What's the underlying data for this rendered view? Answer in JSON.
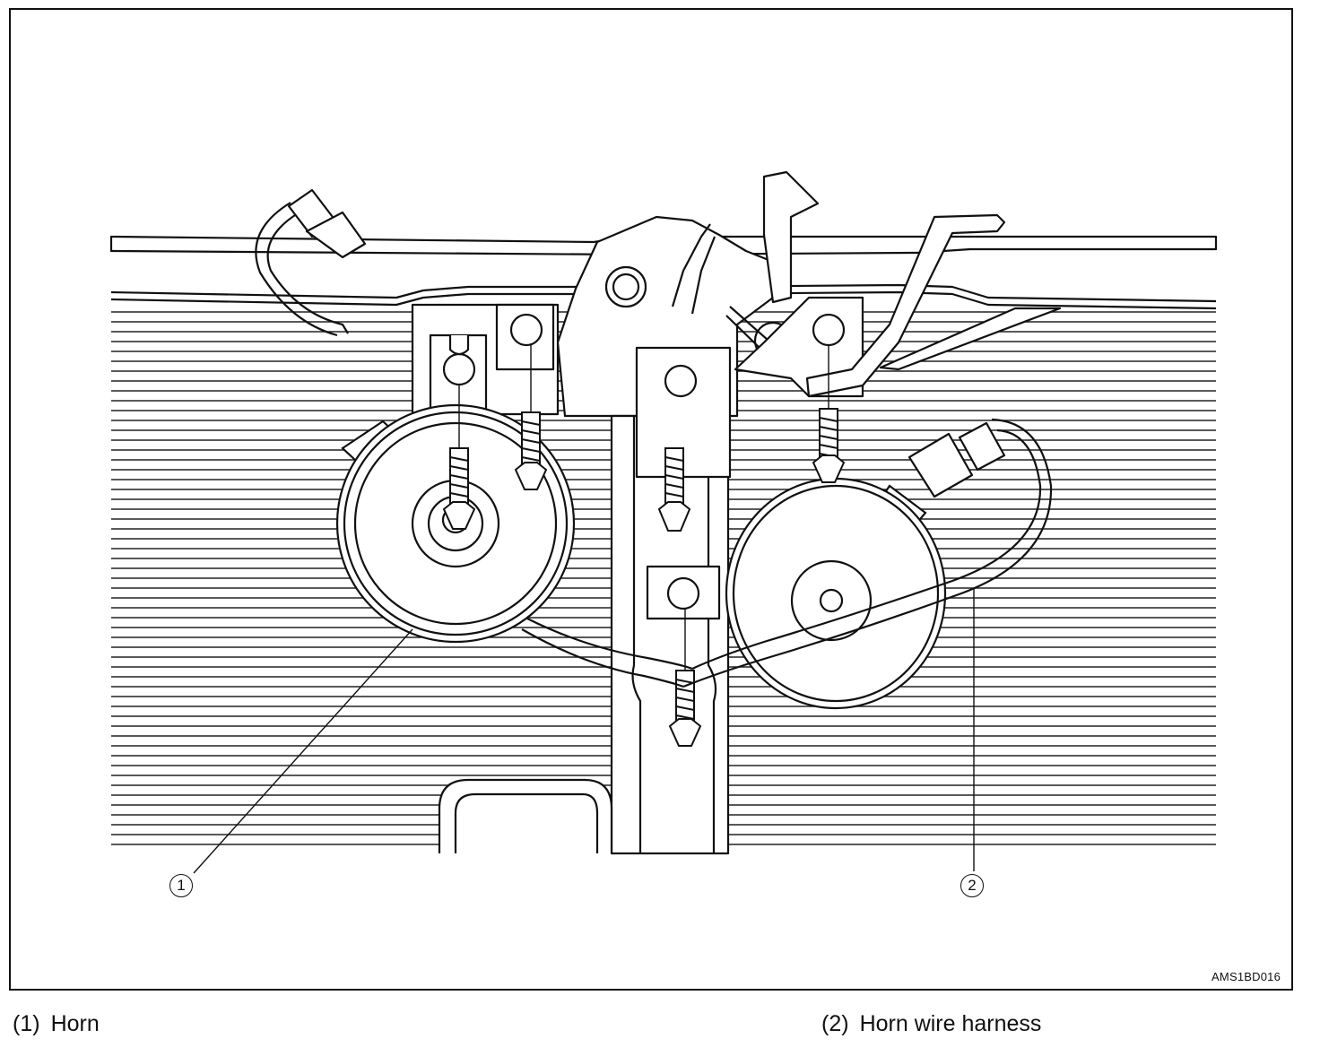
{
  "figure": {
    "code": "AMS1BD016",
    "callouts": [
      {
        "id": "1",
        "label": "1"
      },
      {
        "id": "2",
        "label": "2"
      }
    ]
  },
  "captions": [
    {
      "number": "(1)",
      "text": "Horn"
    },
    {
      "number": "(2)",
      "text": "Horn wire harness"
    }
  ]
}
